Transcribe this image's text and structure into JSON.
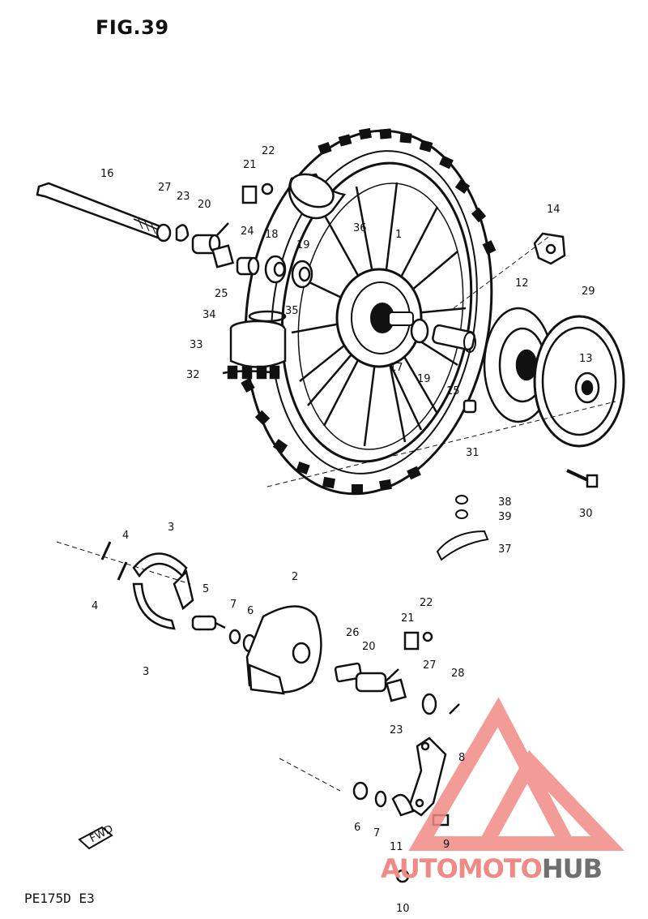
{
  "figure_title": "FIG.39",
  "model_code": "PE175D E3",
  "front_marker": "FWD",
  "watermark": {
    "part1": "AUTOMOTO",
    "part2": "HUB",
    "color_main": "#f08a85",
    "color_dark": "#6f6f6f"
  },
  "callouts": {
    "c16": "16",
    "c27a": "27",
    "c23a": "23",
    "c20a": "20",
    "c21a": "21",
    "c22a": "22",
    "c24": "24",
    "c18": "18",
    "c19a": "19",
    "c25": "25",
    "c36": "36",
    "c1": "1",
    "c14": "14",
    "c12": "12",
    "c29": "29",
    "c34": "34",
    "c35": "35",
    "c33": "33",
    "c32": "32",
    "c17": "17",
    "c19b": "19",
    "c15": "15",
    "c13": "13",
    "c31": "31",
    "c30": "30",
    "c38": "38",
    "c39": "39",
    "c37": "37",
    "c4a": "4",
    "c3a": "3",
    "c4b": "4",
    "c3b": "3",
    "c5": "5",
    "c7a": "7",
    "c6a": "6",
    "c2": "2",
    "c26": "26",
    "c20b": "20",
    "c21b": "21",
    "c22b": "22",
    "c27b": "27",
    "c28": "28",
    "c23b": "23",
    "c8": "8",
    "c6b": "6",
    "c7b": "7",
    "c11": "11",
    "c9": "9",
    "c10": "10"
  }
}
